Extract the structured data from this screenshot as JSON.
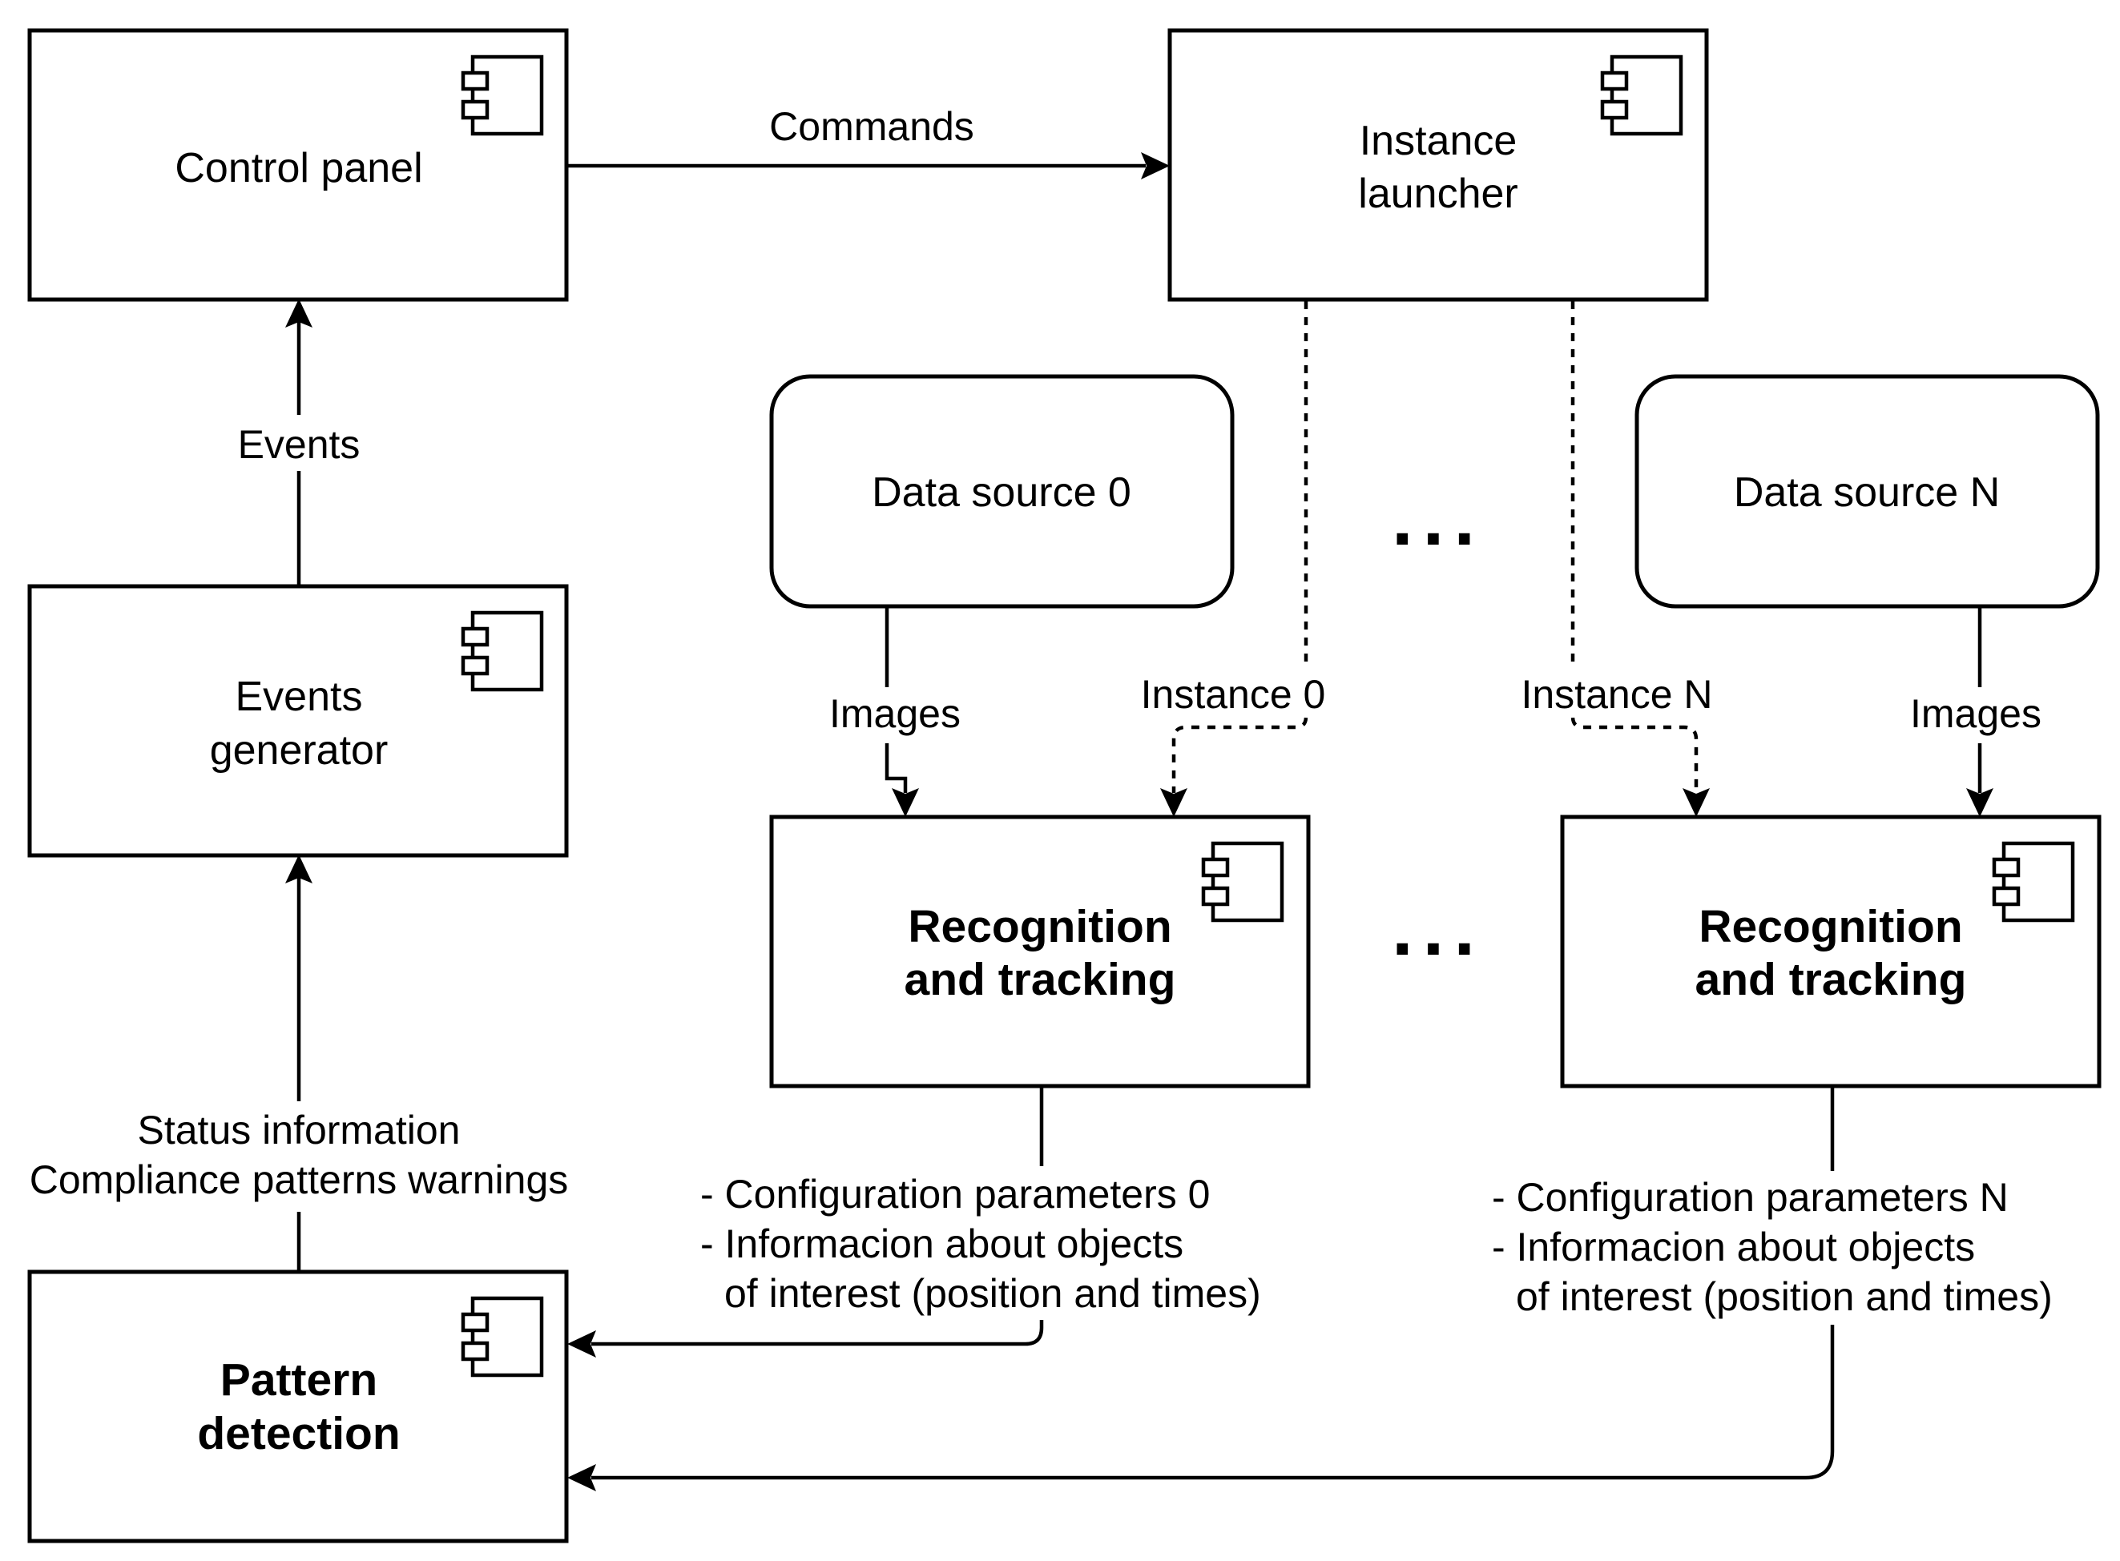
{
  "nodes": {
    "control_panel": "Control panel",
    "instance_launcher": [
      "Instance",
      "launcher"
    ],
    "events_generator": [
      "Events",
      "generator"
    ],
    "pattern_detection": [
      "Pattern",
      "detection"
    ],
    "data_source_0": "Data source 0",
    "data_source_n": "Data source N",
    "recognition_0": [
      "Recognition",
      "and tracking"
    ],
    "recognition_n": [
      "Recognition",
      "and tracking"
    ]
  },
  "edges": {
    "commands": "Commands",
    "events": "Events",
    "status": [
      "Status information",
      "Compliance patterns warnings"
    ],
    "images_0": "Images",
    "images_n": "Images",
    "instance_0": "Instance 0",
    "instance_n": "Instance N",
    "config_0": [
      "- Configuration parameters 0",
      "- Informacion about objects",
      "of interest (position and times)"
    ],
    "config_n": [
      "- Configuration parameters N",
      "- Informacion about objects",
      "of interest (position and times)"
    ]
  },
  "ellipsis": "...",
  "icons": {
    "component": "uml-component-icon"
  }
}
